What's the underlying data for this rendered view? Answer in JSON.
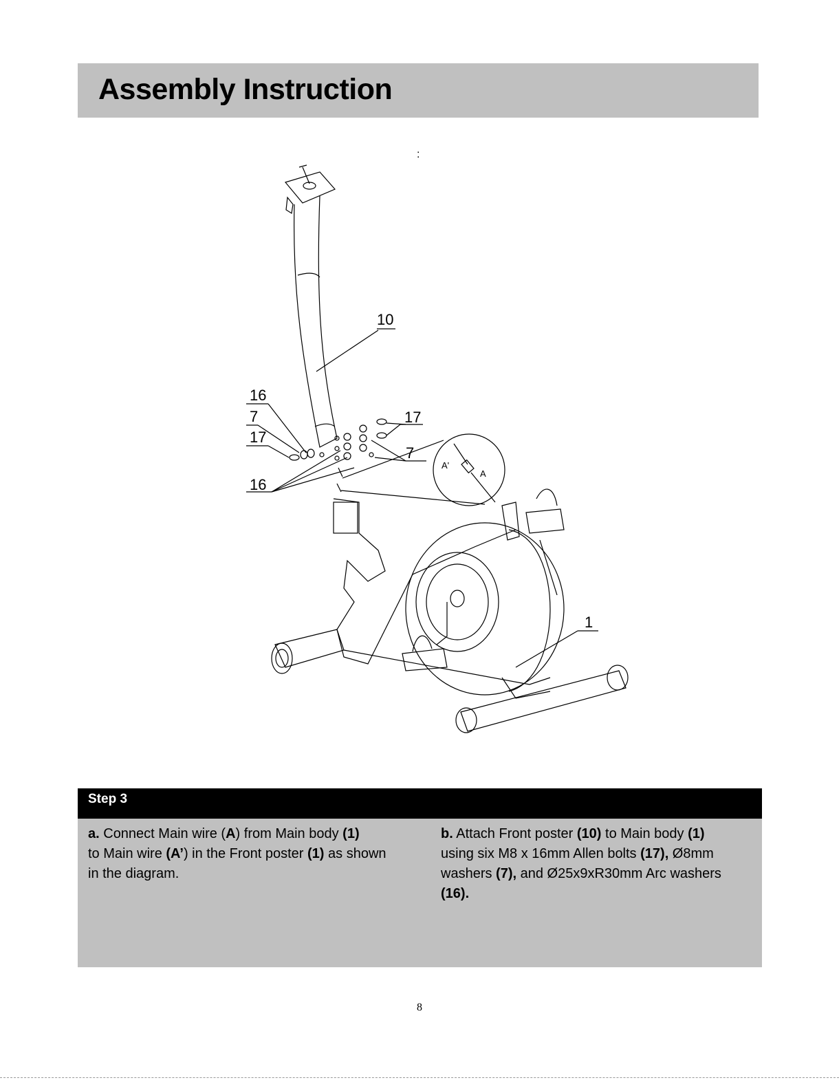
{
  "header": {
    "title": "Assembly Instruction"
  },
  "stray_mark": ":",
  "diagram": {
    "callouts": {
      "c10": "10",
      "c16a": "16",
      "c7a": "7",
      "c17a": "17",
      "c16b": "16",
      "c17b": "17",
      "c7b": "7",
      "c1": "1",
      "wire_a_prime": "A'",
      "wire_a": "A"
    }
  },
  "step": {
    "label": "Step 3",
    "a": {
      "letter": "a.",
      "t1": "  Connect Main wire (",
      "b1": "A",
      "t2": ") from Main body ",
      "b2": "(1)",
      "t3": "to Main wire ",
      "b3": "(A’",
      "t4": ") in the Front poster ",
      "b4": "(1)",
      "t5": " as shown",
      "t6": "in the diagram."
    },
    "b": {
      "letter": "b.",
      "t1": " Attach Front poster ",
      "b1": "(10)",
      "t2": " to Main body ",
      "b2": "(1)",
      "t3": " using six M8 x 16mm Allen bolts ",
      "b3": "(17),",
      "t4": " Ø8mm",
      "t5": "washers ",
      "b4": "(7),",
      "t6": " and Ø25x9xR30mm Arc washers",
      "b5": "(16)."
    }
  },
  "page_number": "8"
}
